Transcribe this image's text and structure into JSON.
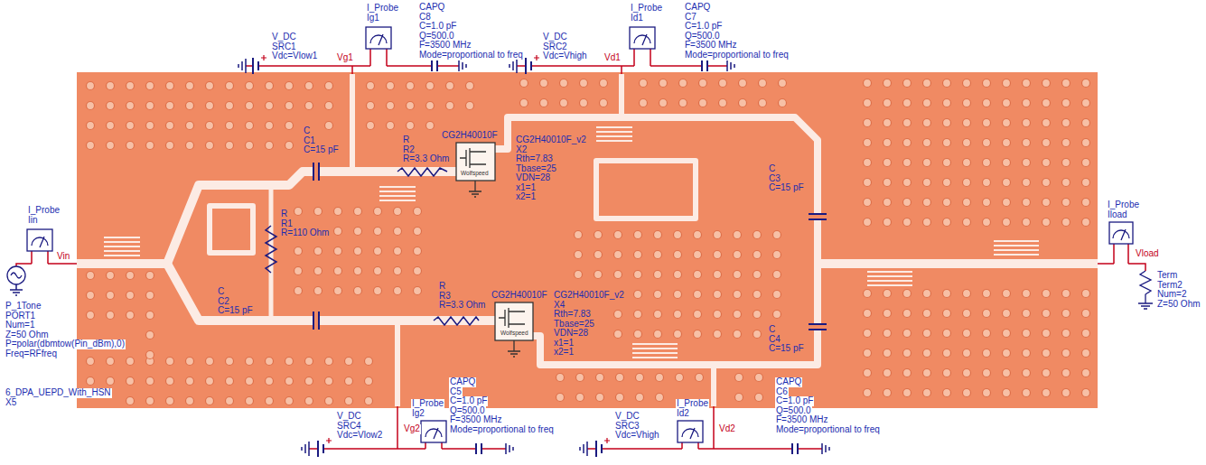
{
  "diagram": {
    "labels": [
      "I_Probe",
      "Ig1",
      "CAPQ",
      "C8",
      "C=1.0 pF",
      "Q=500.0",
      "F=3500 MHz",
      "Mode=proportional to freq",
      "V_DC",
      "SRC1",
      "Vdc=Vlow1",
      "Vg1",
      "V_DC",
      "SRC2",
      "Vdc=Vhigh",
      "I_Probe",
      "Id1",
      "CAPQ",
      "C7",
      "C=1.0 pF",
      "Q=500.0",
      "F=3500 MHz",
      "Mode=proportional to freq",
      "Vd1",
      "C",
      "C1",
      "C=15 pF",
      "R",
      "R2",
      "R=3.3 Ohm",
      "CG2H40010F",
      "CG2H40010F_v2",
      "X2",
      "Rth=7.83",
      "Tbase=25",
      "VDN=28",
      "x1=1",
      "x2=1",
      "Wolfspeed",
      "C",
      "C3",
      "C=15 pF",
      "I_Probe",
      "Iload",
      "Vload",
      "Term",
      "Term2",
      "Num=2",
      "Z=50 Ohm",
      "I_Probe",
      "Iin",
      "R",
      "R1",
      "R=110 Ohm",
      "Vin",
      "P_1Tone",
      "PORT1",
      "Num=1",
      "Z=50 Ohm",
      "P=polar(dbmtow(Pin_dBm),0)",
      "Freq=RFfreq",
      "C",
      "C2",
      "C=15 pF",
      "R",
      "R3",
      "R=3.3 Ohm",
      "CG2H40010F",
      "CG2H40010F_v2",
      "X4",
      "Rth=7.83",
      "Tbase=25",
      "VDN=28",
      "x1=1",
      "x2=1",
      "Wolfspeed",
      "C",
      "C4",
      "C=15 pF",
      "6_DPA_UEPD_With_HSN",
      "X5",
      "V_DC",
      "SRC4",
      "Vdc=Vlow2",
      "I_Probe",
      "Ig2",
      "CAPQ",
      "C5",
      "C=1.0 pF",
      "Q=500.0",
      "F=3500 MHz",
      "Mode=proportional to freq",
      "Vg2",
      "V_DC",
      "SRC3",
      "Vdc=Vhigh",
      "I_Probe",
      "Id2",
      "Vd2",
      "CAPQ",
      "C6",
      "C=1.0 pF",
      "Q=500.0",
      "F=3500 MHz",
      "Mode=proportional to freq"
    ]
  }
}
